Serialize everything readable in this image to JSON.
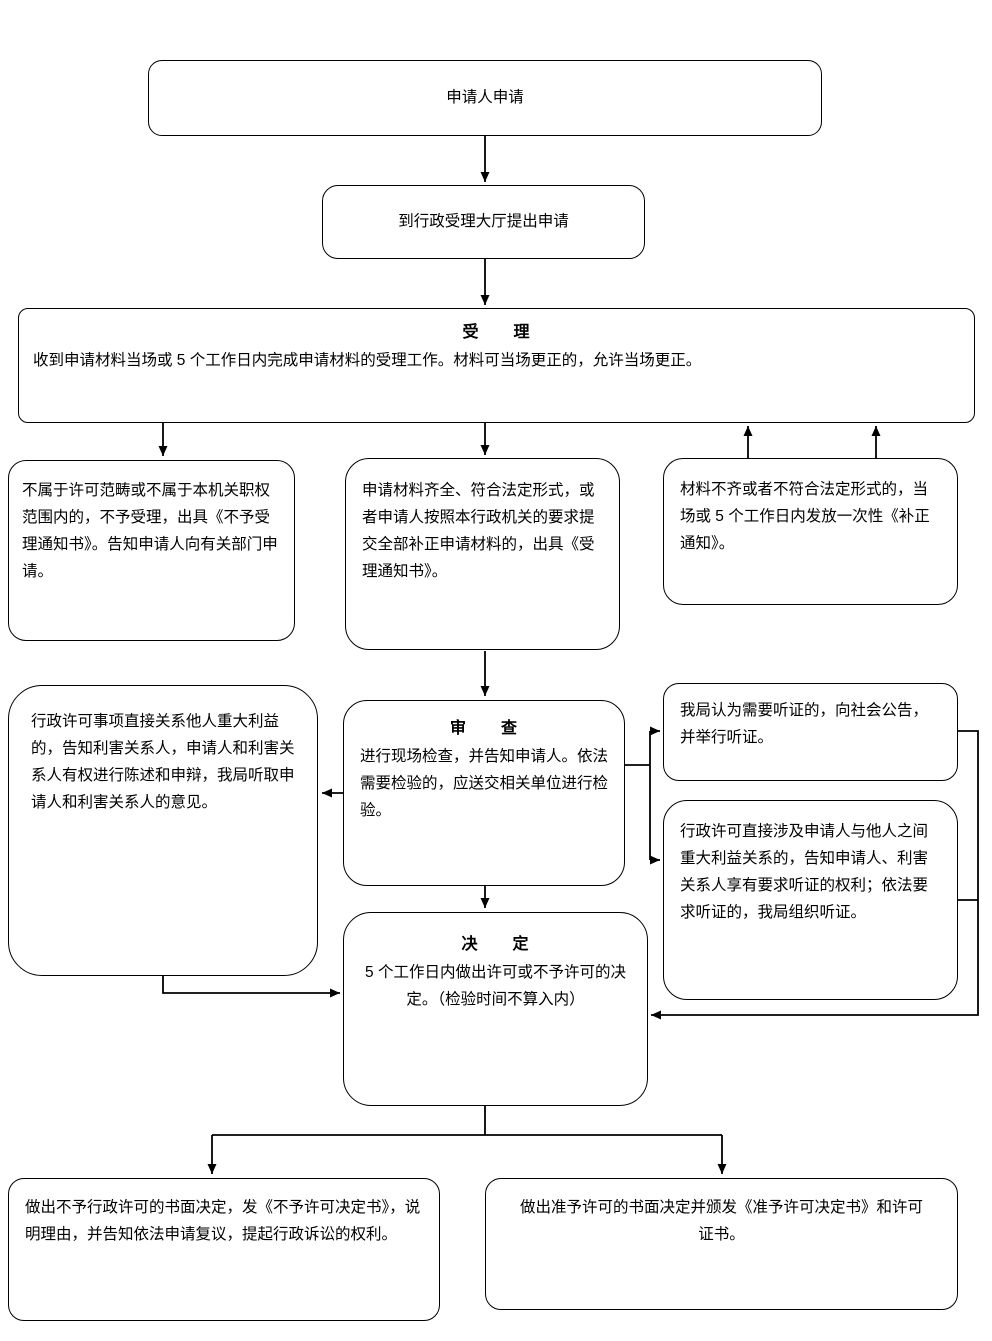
{
  "diagram": {
    "kind": "flowchart",
    "colors": {
      "border": "#000000",
      "background": "#ffffff",
      "text": "#000000"
    }
  },
  "nodes": {
    "applicant": {
      "text": "申请人申请"
    },
    "hall": {
      "text": "到行政受理大厅提出申请"
    },
    "acceptance": {
      "title": "受　　理",
      "body": "收到申请材料当场或 5 个工作日内完成申请材料的受理工作。材料可当场更正的，允许当场更正。"
    },
    "not_accepted": {
      "text": "不属于许可范畴或不属于本机关职权范围内的，不予受理，出具《不予受理通知书》。告知申请人向有关部门申请。"
    },
    "materials_complete": {
      "text": "申请材料齐全、符合法定形式，或者申请人按照本行政机关的要求提交全部补正申请材料的，出具《受理通知书》。"
    },
    "materials_incomplete": {
      "text": "材料不齐或者不符合法定形式的，当场或 5 个工作日内发放一次性《补正通知》。"
    },
    "review": {
      "title": "审　　查",
      "body": "进行现场检查，并告知申请人。依法需要检验的，应送交相关单位进行检验。"
    },
    "stakeholders": {
      "text": "行政许可事项直接关系他人重大利益的，告知利害关系人，申请人和利害关系人有权进行陈述和申辩，我局听取申请人和利害关系人的意见。"
    },
    "hearing_public": {
      "text": "我局认为需要听证的，向社会公告，并举行听证。"
    },
    "hearing_rights": {
      "text": "行政许可直接涉及申请人与他人之间重大利益关系的，告知申请人、利害关系人享有要求听证的权利；依法要求听证的，我局组织听证。"
    },
    "decision": {
      "title": "决　　定",
      "body": "5 个工作日内做出许可或不予许可的决定。（检验时间不算入内）"
    },
    "deny": {
      "text": "做出不予行政许可的书面决定，发《不予许可决定书》，说明理由，并告知依法申请复议，提起行政诉讼的权利。"
    },
    "grant": {
      "text": "做出准予许可的书面决定并颁发《准予许可决定书》和许可证书。"
    }
  },
  "edges": [
    {
      "from": "applicant",
      "to": "hall"
    },
    {
      "from": "hall",
      "to": "acceptance"
    },
    {
      "from": "acceptance",
      "to": "not_accepted"
    },
    {
      "from": "acceptance",
      "to": "materials_complete"
    },
    {
      "from": "materials_incomplete",
      "to": "acceptance"
    },
    {
      "from": "materials_complete",
      "to": "review"
    },
    {
      "from": "review",
      "to": "stakeholders"
    },
    {
      "from": "review",
      "to": "hearing_public"
    },
    {
      "from": "review",
      "to": "hearing_rights"
    },
    {
      "from": "review",
      "to": "decision"
    },
    {
      "from": "stakeholders",
      "to": "decision"
    },
    {
      "from": "hearing_public",
      "to": "decision"
    },
    {
      "from": "hearing_rights",
      "to": "decision"
    },
    {
      "from": "decision",
      "to": "deny"
    },
    {
      "from": "decision",
      "to": "grant"
    }
  ]
}
